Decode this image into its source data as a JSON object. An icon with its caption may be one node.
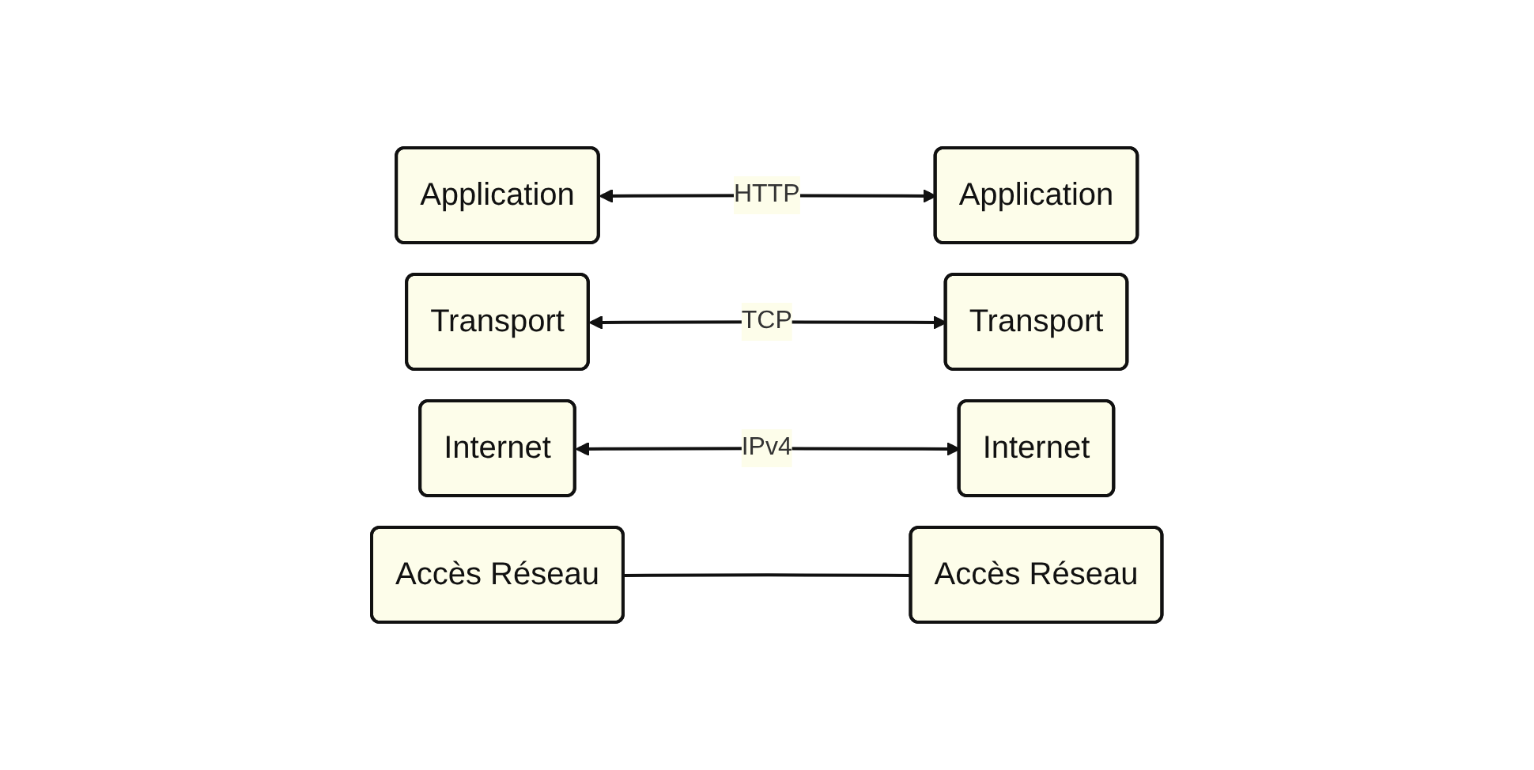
{
  "diagram": {
    "nodes": [
      {
        "text": [
          "Application"
        ]
      },
      {
        "text": [
          "Application"
        ]
      },
      {
        "text": [
          "Transport"
        ]
      },
      {
        "text": [
          "Transport"
        ]
      },
      {
        "text": [
          "Internet"
        ]
      },
      {
        "text": [
          "Internet"
        ]
      },
      {
        "text": [
          "Accès Réseau"
        ]
      },
      {
        "text": [
          "Accès Réseau"
        ]
      }
    ],
    "edges": [
      {
        "from": 0,
        "to": 1,
        "arrow": "both",
        "label": "HTTP"
      },
      {
        "from": 2,
        "to": 3,
        "arrow": "both",
        "label": "TCP"
      },
      {
        "from": 4,
        "to": 5,
        "arrow": "both",
        "label": "IPv4"
      },
      {
        "from": 6,
        "to": 7,
        "arrow": "none"
      }
    ]
  }
}
